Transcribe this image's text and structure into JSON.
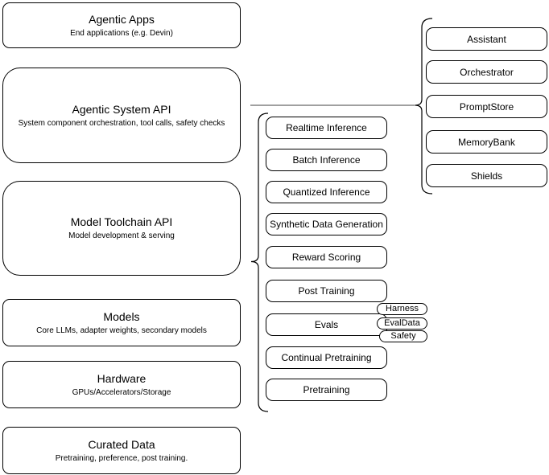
{
  "diagram": {
    "stack": [
      {
        "title": "Agentic Apps",
        "subtitle": "End applications (e.g. Devin)"
      },
      {
        "title": "Agentic System API",
        "subtitle": "System component orchestration, tool calls, safety checks"
      },
      {
        "title": "Model Toolchain API",
        "subtitle": "Model development & serving"
      },
      {
        "title": "Models",
        "subtitle": "Core LLMs, adapter weights, secondary models"
      },
      {
        "title": "Hardware",
        "subtitle": "GPUs/Accelerators/Storage"
      },
      {
        "title": "Curated Data",
        "subtitle": "Pretraining, preference, post training."
      }
    ],
    "toolchain_services": [
      "Realtime Inference",
      "Batch Inference",
      "Quantized Inference",
      "Synthetic Data Generation",
      "Reward Scoring",
      "Post Training",
      "Evals",
      "Continual Pretraining",
      "Pretraining"
    ],
    "evals_tags": [
      "Harness",
      "EvalData",
      "Safety"
    ],
    "system_components": [
      "Assistant",
      "Orchestrator",
      "PromptStore",
      "MemoryBank",
      "Shields"
    ],
    "colors": {
      "stroke": "#000000",
      "connector": "#808080",
      "background": "#ffffff"
    }
  }
}
